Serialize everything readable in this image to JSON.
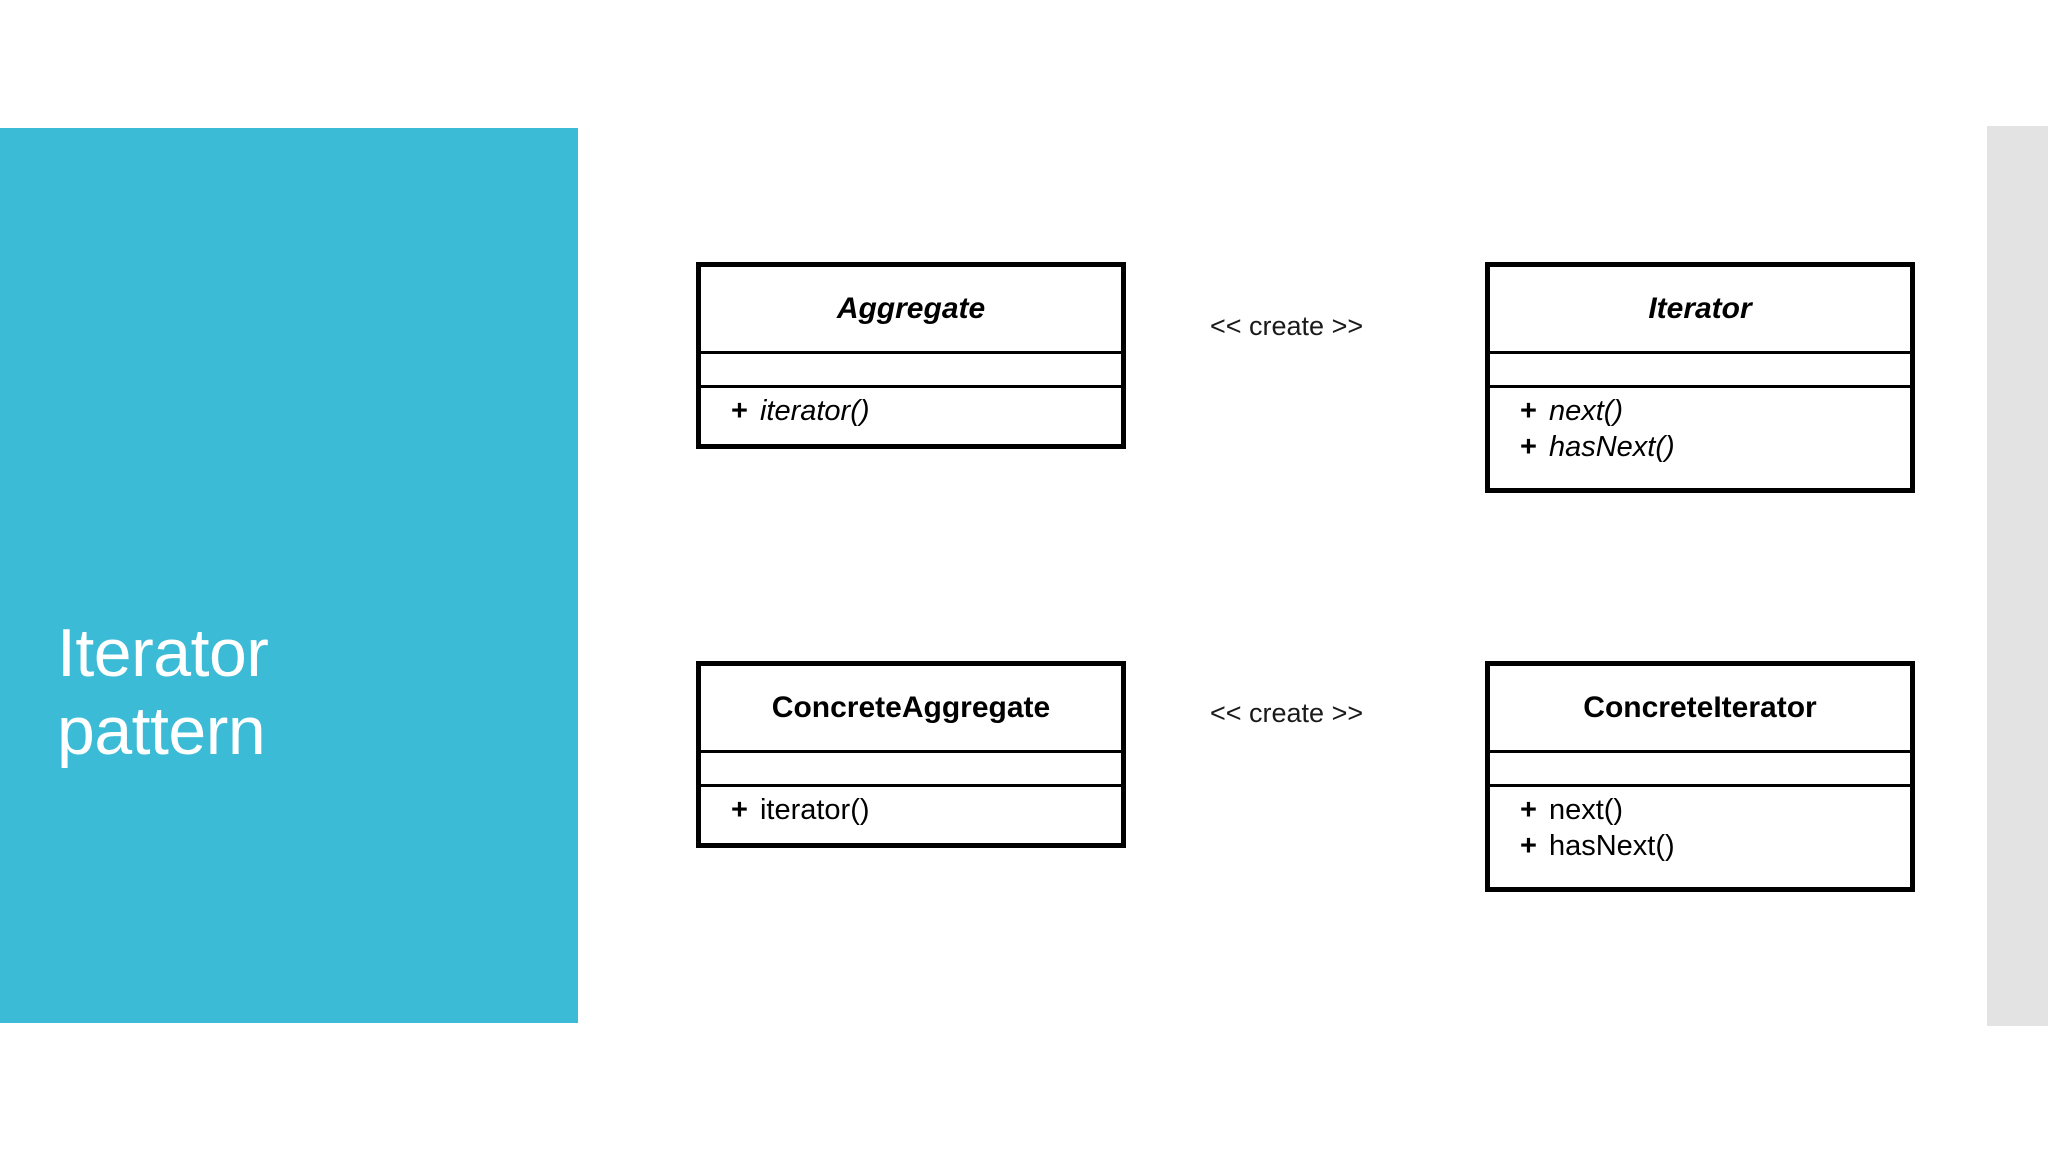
{
  "slide": {
    "title_panel": {
      "title": "Iterator\npattern",
      "background_color": "#3CBBD6",
      "text_color": "#FFFFFF"
    },
    "right_panel": {
      "background_color": "#E3E3E3"
    },
    "background_color": "#FFFFFF"
  },
  "diagram": {
    "type": "uml-class-diagram",
    "pattern_name": "Iterator pattern",
    "classes": [
      {
        "id": "aggregate",
        "name": "Aggregate",
        "stereotype": "interface",
        "is_abstract": true,
        "attributes": [],
        "operations": [
          {
            "visibility": "+",
            "name": "iterator()"
          }
        ]
      },
      {
        "id": "iterator",
        "name": "Iterator",
        "stereotype": "interface",
        "is_abstract": true,
        "attributes": [],
        "operations": [
          {
            "visibility": "+",
            "name": "next()"
          },
          {
            "visibility": "+",
            "name": "hasNext()"
          }
        ]
      },
      {
        "id": "concrete-aggregate",
        "name": "ConcreteAggregate",
        "stereotype": "class",
        "is_abstract": false,
        "attributes": [],
        "operations": [
          {
            "visibility": "+",
            "name": "iterator()"
          }
        ]
      },
      {
        "id": "concrete-iterator",
        "name": "ConcreteIterator",
        "stereotype": "class",
        "is_abstract": false,
        "attributes": [],
        "operations": [
          {
            "visibility": "+",
            "name": "next()"
          },
          {
            "visibility": "+",
            "name": "hasNext()"
          }
        ]
      }
    ],
    "relationships": [
      {
        "id": "create-top",
        "from": "aggregate",
        "to": "iterator",
        "kind": "dependency",
        "line": "dashed",
        "arrowhead": "open",
        "label": "<< create >>"
      },
      {
        "id": "create-bottom",
        "from": "concrete-aggregate",
        "to": "concrete-iterator",
        "kind": "dependency",
        "line": "dashed",
        "arrowhead": "open",
        "label": "<< create >>"
      },
      {
        "id": "inherit-aggregate",
        "from": "concrete-aggregate",
        "to": "aggregate",
        "kind": "generalization",
        "line": "solid",
        "arrowhead": "hollow-triangle",
        "label": ""
      },
      {
        "id": "inherit-iterator",
        "from": "concrete-iterator",
        "to": "iterator",
        "kind": "generalization",
        "line": "solid",
        "arrowhead": "hollow-triangle",
        "label": ""
      },
      {
        "id": "aggregation",
        "from": "concrete-iterator",
        "to": "concrete-aggregate",
        "kind": "aggregation",
        "line": "solid",
        "arrowhead": "hollow-diamond",
        "label": ""
      }
    ],
    "colors": {
      "stroke": "#000000",
      "fill": "#FFFFFF",
      "text": "#000000"
    }
  }
}
